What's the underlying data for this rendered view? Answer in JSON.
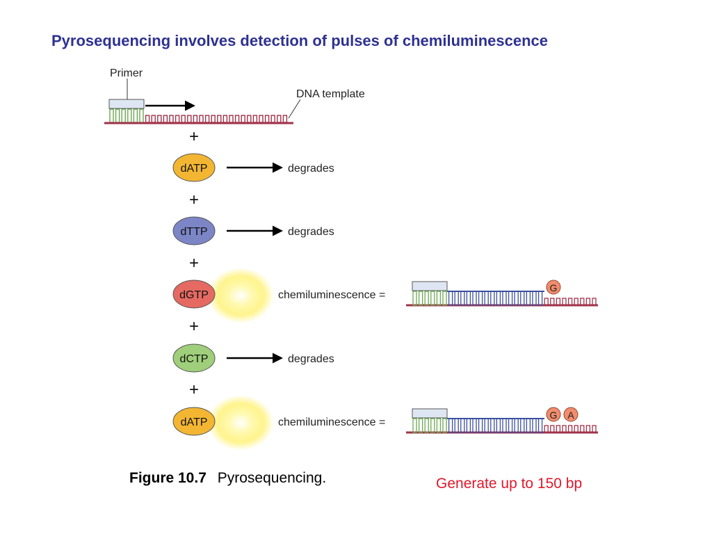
{
  "title": "Pyrosequencing involves detection of pulses of chemiluminescence",
  "labels": {
    "primer": "Primer",
    "template": "DNA template",
    "plus": "+",
    "degrades": "degrades",
    "chemiluminescence": "chemiluminescence ="
  },
  "nucleotides": [
    {
      "name": "dATP",
      "color": "#f2b632",
      "result": "degrades"
    },
    {
      "name": "dTTP",
      "color": "#7c86c6",
      "result": "degrades"
    },
    {
      "name": "dGTP",
      "color": "#e56a62",
      "result": "chemiluminescence"
    },
    {
      "name": "dCTP",
      "color": "#9fcf7a",
      "result": "degrades"
    },
    {
      "name": "dATP",
      "color": "#f2b632",
      "result": "chemiluminescence"
    }
  ],
  "incorporated_bases": [
    [
      "G"
    ],
    [
      "G",
      "A"
    ]
  ],
  "colors": {
    "title": "#2e3192",
    "template_strand": "#a0324a",
    "primer_box": "#dfe6f3",
    "primer_teeth": "#6aa84f",
    "new_strand": "#3b4fa0",
    "base_circle": "#f28c6c",
    "glow": "#fff38a",
    "note": "#e0182b"
  },
  "caption": {
    "figure": "Figure 10.7",
    "text": "Pyrosequencing."
  },
  "note": "Generate up to 150 bp"
}
